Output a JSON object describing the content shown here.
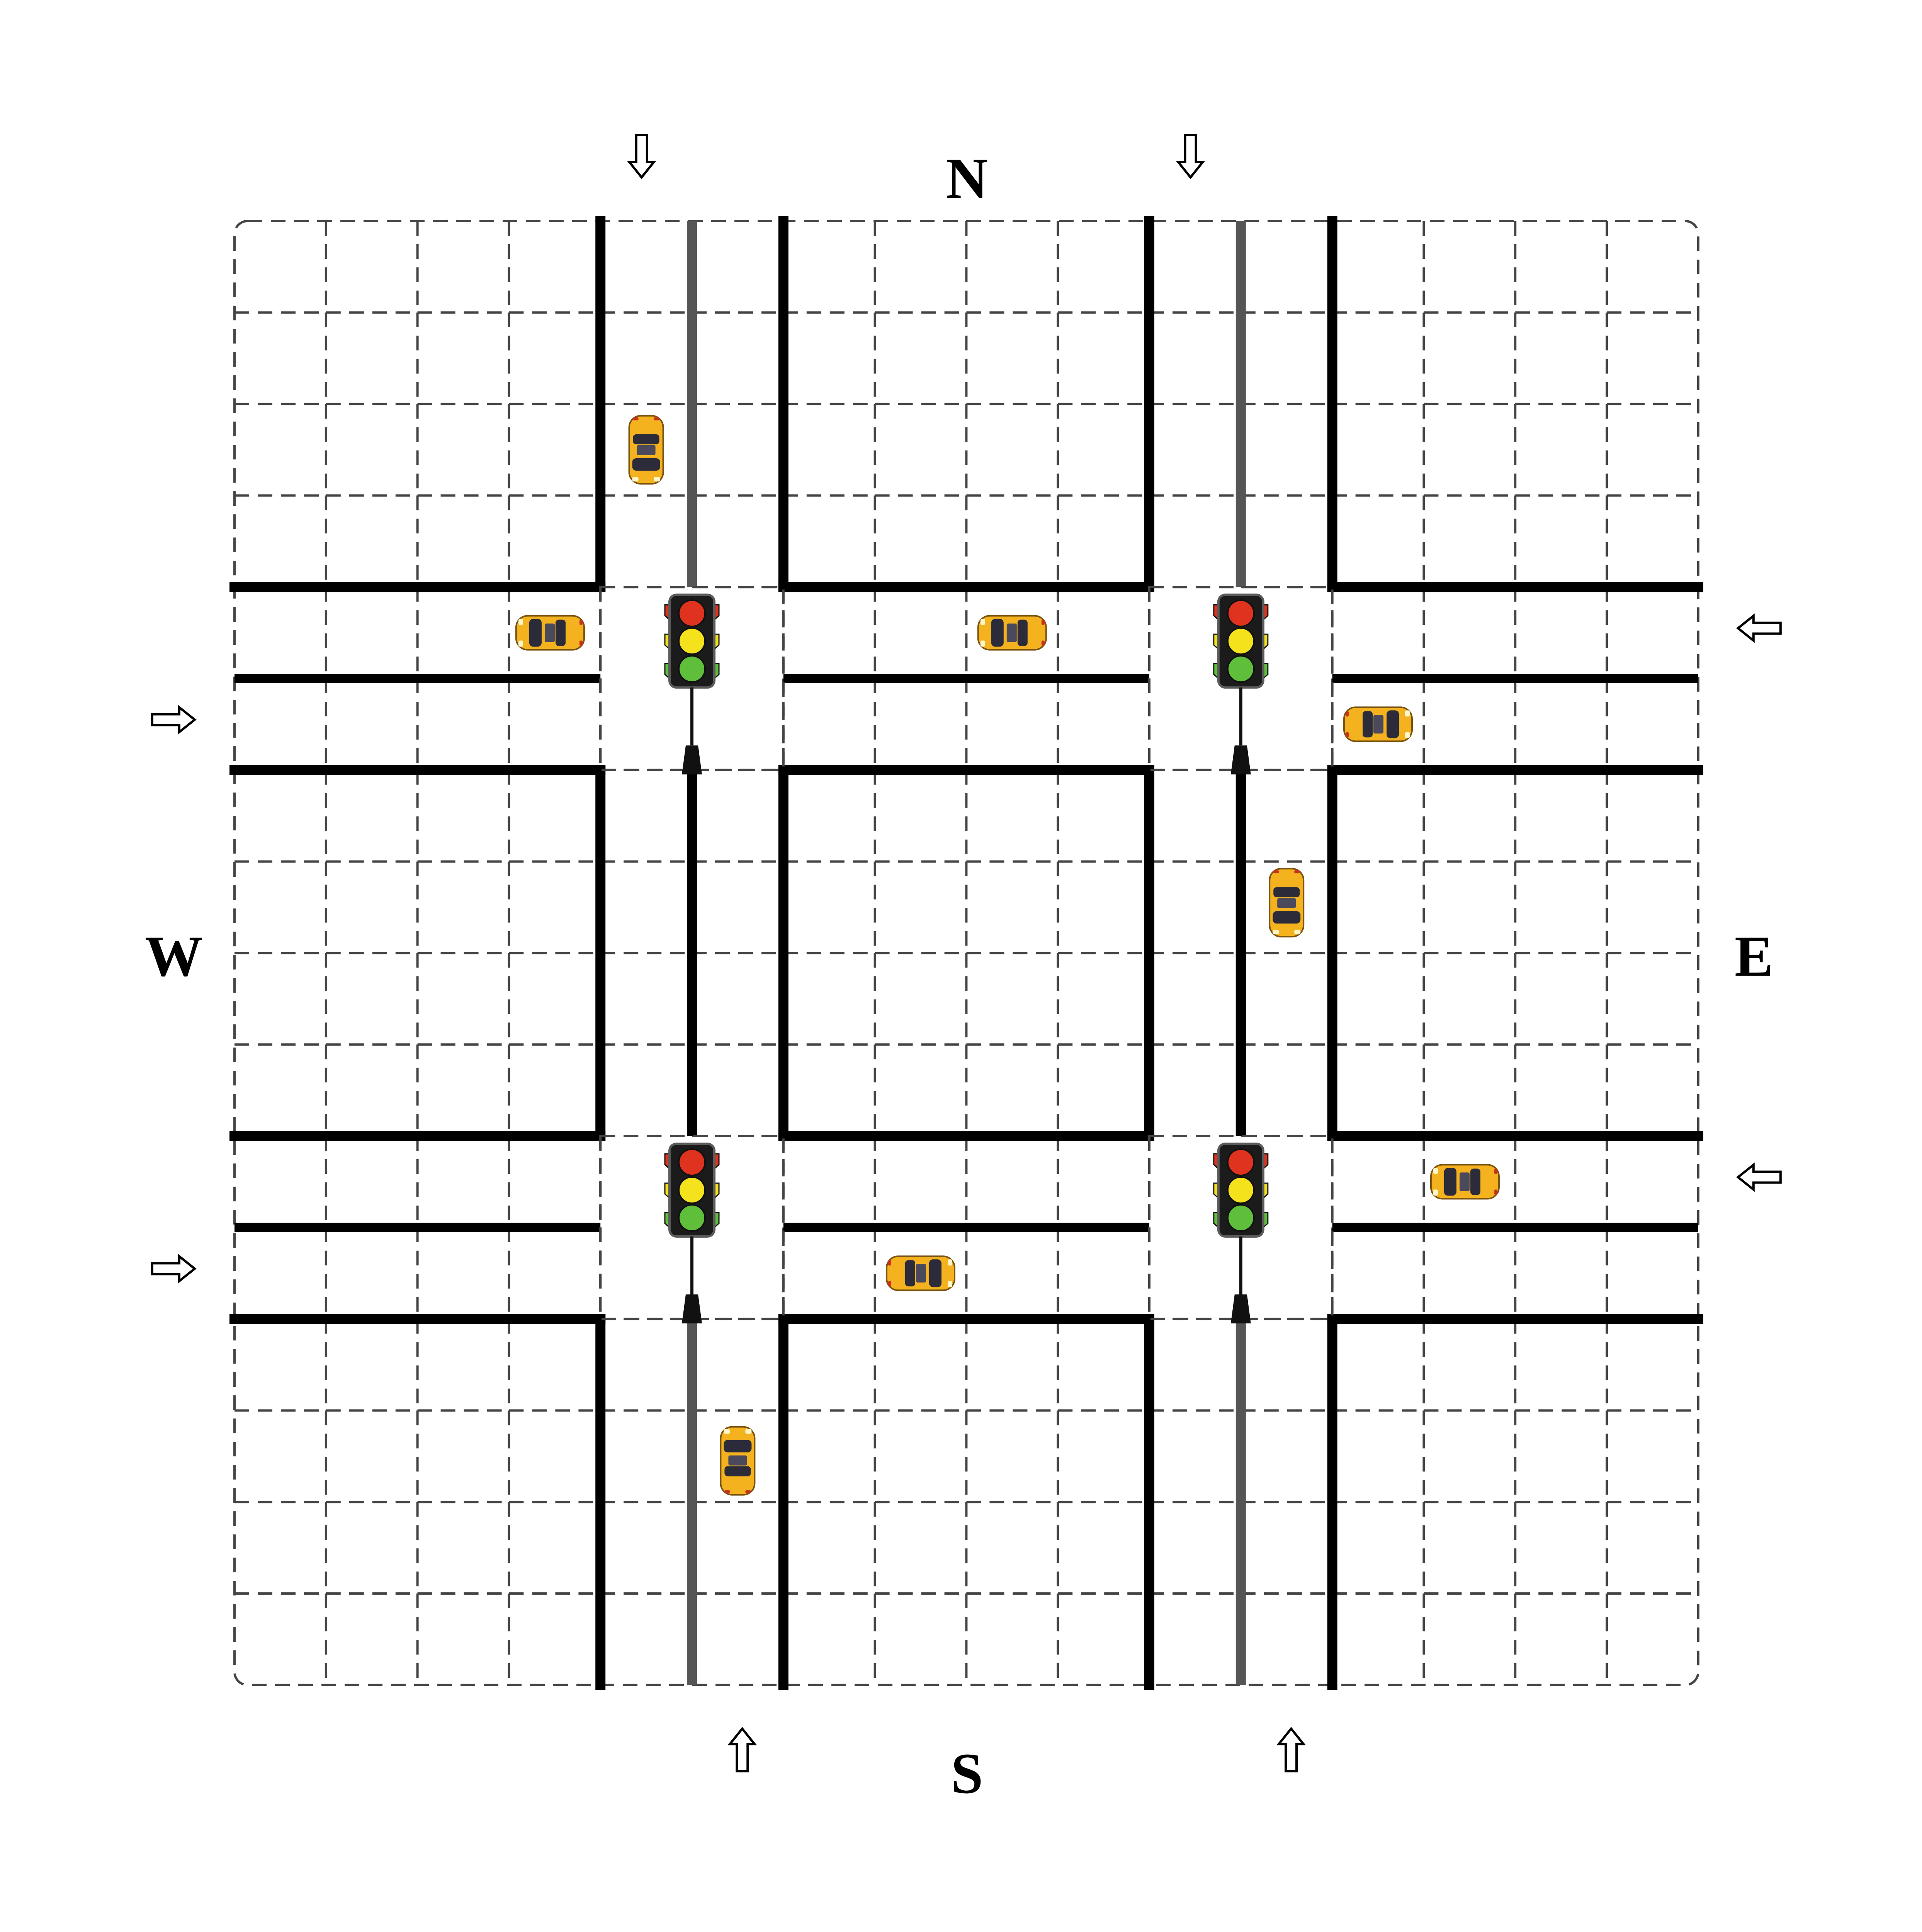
{
  "compass": {
    "north": "N",
    "south": "S",
    "east": "E",
    "west": "W"
  },
  "colors": {
    "background": "#ffffff",
    "grid_dash": "#444444",
    "road_edge": "#000000",
    "median": "#555555",
    "car_body": "#f5b21f",
    "car_dark": "#2b2b3a",
    "light_housing": "#1b1b1b",
    "light_red": "#e0331f",
    "light_yellow": "#f4e21c",
    "light_green": "#5fbf3a"
  },
  "grid": {
    "cols": 16,
    "rows": 16,
    "road_columns": [
      4,
      5,
      10,
      11
    ],
    "road_rows": [
      4,
      5,
      10,
      11
    ]
  },
  "roads": {
    "vertical": [
      {
        "name": "west-avenue",
        "median_col_line": 5
      },
      {
        "name": "east-avenue",
        "median_col_line": 11
      }
    ],
    "horizontal": [
      {
        "name": "north-street",
        "median_row_line": 5
      },
      {
        "name": "south-street",
        "median_row_line": 11
      }
    ]
  },
  "entry_arrows": [
    {
      "name": "entry-arrow-north-west",
      "edge": "top",
      "direction": "down",
      "lane": 4.45
    },
    {
      "name": "entry-arrow-north-east",
      "edge": "top",
      "direction": "down",
      "lane": 10.45
    },
    {
      "name": "entry-arrow-south-west",
      "edge": "bottom",
      "direction": "up",
      "lane": 5.55
    },
    {
      "name": "entry-arrow-south-east",
      "edge": "bottom",
      "direction": "up",
      "lane": 11.55
    },
    {
      "name": "entry-arrow-west-north",
      "edge": "left",
      "direction": "right",
      "lane": 5.45
    },
    {
      "name": "entry-arrow-west-south",
      "edge": "left",
      "direction": "right",
      "lane": 11.45
    },
    {
      "name": "entry-arrow-east-north",
      "edge": "right",
      "direction": "left",
      "lane": 4.45
    },
    {
      "name": "entry-arrow-east-south",
      "edge": "right",
      "direction": "left",
      "lane": 10.45
    }
  ],
  "traffic_lights": [
    {
      "name": "traffic-light-nw",
      "col": 5,
      "row": 5
    },
    {
      "name": "traffic-light-ne",
      "col": 11,
      "row": 5
    },
    {
      "name": "traffic-light-sw",
      "col": 5,
      "row": 11
    },
    {
      "name": "traffic-light-se",
      "col": 11,
      "row": 11
    }
  ],
  "cars": [
    {
      "name": "car-1",
      "col": 4.5,
      "row": 2.5,
      "heading": "south"
    },
    {
      "name": "car-2",
      "col": 3.45,
      "row": 4.5,
      "heading": "west"
    },
    {
      "name": "car-3",
      "col": 8.5,
      "row": 4.5,
      "heading": "west"
    },
    {
      "name": "car-4",
      "col": 12.5,
      "row": 5.5,
      "heading": "east"
    },
    {
      "name": "car-5",
      "col": 11.5,
      "row": 7.45,
      "heading": "south"
    },
    {
      "name": "car-6",
      "col": 13.45,
      "row": 10.5,
      "heading": "west"
    },
    {
      "name": "car-7",
      "col": 7.5,
      "row": 11.5,
      "heading": "east"
    },
    {
      "name": "car-8",
      "col": 5.5,
      "row": 13.55,
      "heading": "north"
    }
  ]
}
